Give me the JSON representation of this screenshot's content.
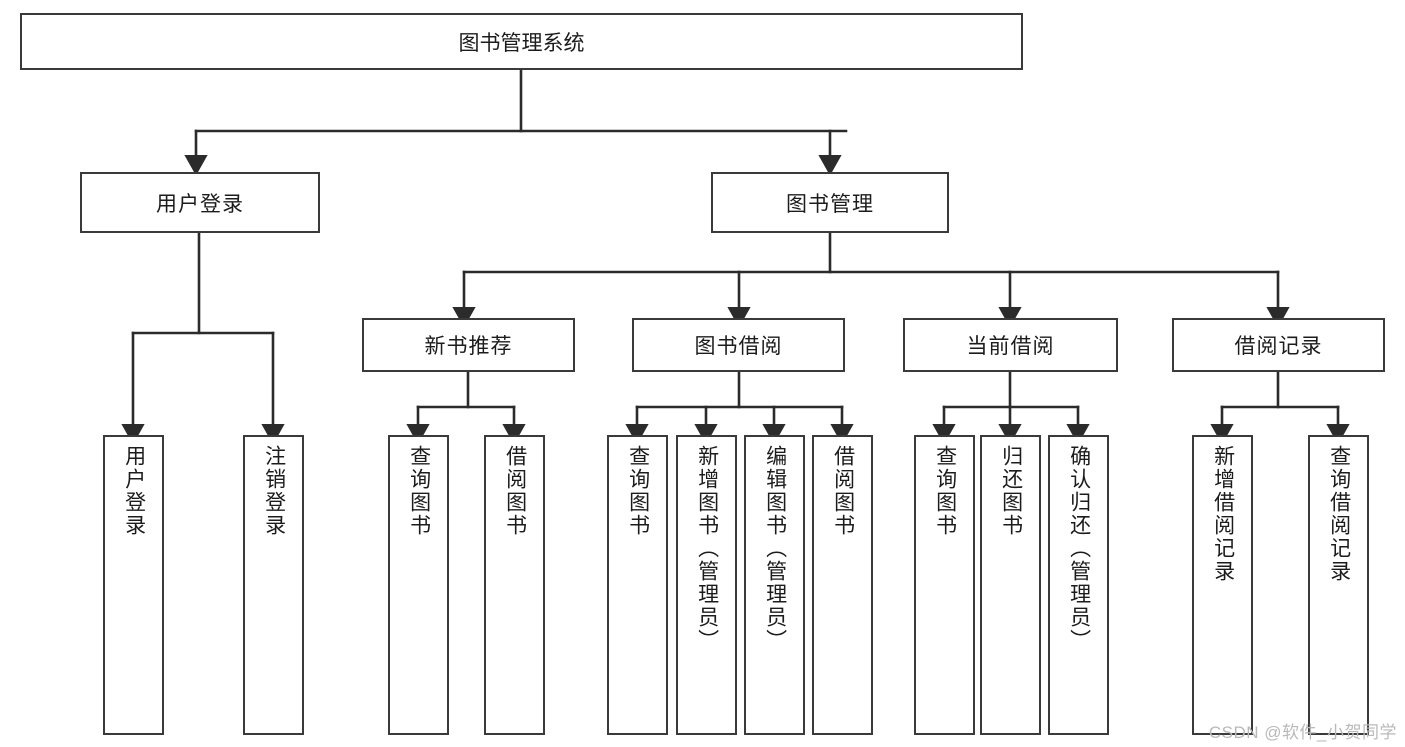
{
  "diagram": {
    "type": "tree",
    "title": "图书管理系统",
    "orientation": "top-down",
    "leaf_text_orientation": "vertical",
    "colors": {
      "background": "#ffffff",
      "box_border": "#3a3a3a",
      "box_fill": "#ffffff",
      "connector": "#2b2b2b",
      "text": "#1c1c1c",
      "watermark": "#b9b9b9"
    }
  },
  "root": {
    "label": "图书管理系统"
  },
  "level1": [
    {
      "label": "用户登录"
    },
    {
      "label": "图书管理"
    }
  ],
  "level2": [
    {
      "label": "新书推荐"
    },
    {
      "label": "图书借阅"
    },
    {
      "label": "当前借阅"
    },
    {
      "label": "借阅记录"
    }
  ],
  "leaves": {
    "user_login": [
      {
        "label": "用户登录"
      },
      {
        "label": "注销登录"
      }
    ],
    "new_book_recommend": [
      {
        "label": "查询图书"
      },
      {
        "label": "借阅图书"
      }
    ],
    "book_borrow": [
      {
        "label": "查询图书"
      },
      {
        "label": "新增图书（管理员）"
      },
      {
        "label": "编辑图书（管理员）"
      },
      {
        "label": "借阅图书"
      }
    ],
    "current_borrow": [
      {
        "label": "查询图书"
      },
      {
        "label": "归还图书"
      },
      {
        "label": "确认归还（管理员）"
      }
    ],
    "borrow_record": [
      {
        "label": "新增借阅记录"
      },
      {
        "label": "查询借阅记录"
      }
    ]
  },
  "watermark": {
    "text": "CSDN @软件_小贺同学"
  }
}
